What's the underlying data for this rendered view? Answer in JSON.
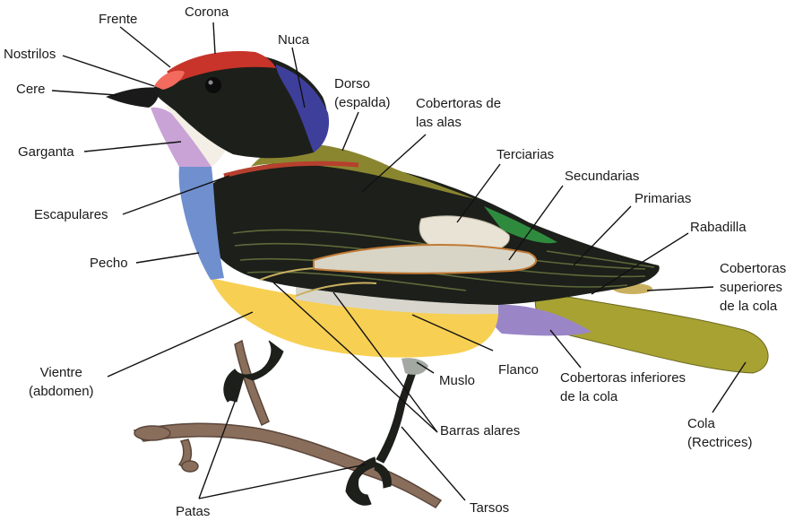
{
  "labels": {
    "frente": "Frente",
    "corona": "Corona",
    "nostrilos": "Nostrilos",
    "nuca": "Nuca",
    "cere": "Cere",
    "dorso": "Dorso\n(espalda)",
    "cobertoras_alas": "Cobertoras de\nlas alas",
    "garganta": "Garganta",
    "terciarias": "Terciarias",
    "secundarias": "Secundarias",
    "primarias": "Primarias",
    "escapulares": "Escapulares",
    "rabadilla": "Rabadilla",
    "pecho": "Pecho",
    "cobertoras_sup_cola": "Cobertoras\nsuperiores\nde la cola",
    "vientre": "Vientre\n(abdomen)",
    "flanco": "Flanco",
    "muslo": "Muslo",
    "cobertoras_inf_cola": "Cobertoras inferiores\nde la cola",
    "cola": "Cola\n(Rectrices)",
    "barras_alares": "Barras alares",
    "patas": "Patas",
    "tarsos": "Tarsos"
  },
  "colors": {
    "forehead": "#f26b5e",
    "crown": "#c8342a",
    "nape": "#3d3f9a",
    "back": "#8a8630",
    "throat": "#c9a3d6",
    "breast": "#6f8fcf",
    "belly": "#f7cf52",
    "undertail_coverts": "#9a86c7",
    "tail": "#a8a232",
    "rump_green": "#2e8b3e",
    "body_black": "#1d1f1a",
    "flank_grey": "#d8d6cc",
    "scapular_red": "#b6402e"
  }
}
